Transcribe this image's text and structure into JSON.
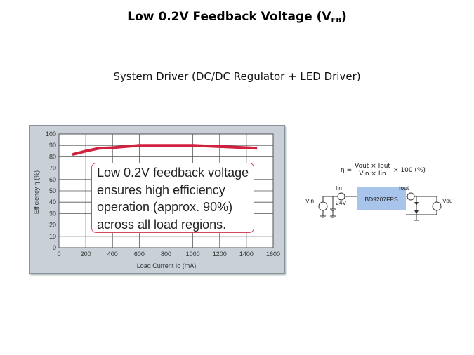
{
  "slide": {
    "title_main": "Low 0.2V Feedback Voltage (V",
    "title_sub": "FB",
    "title_close": ")",
    "subtitle": "System Driver (DC/DC Regulator + LED Driver)"
  },
  "callout": {
    "lines": [
      "Low 0.2V feedback voltage",
      "ensures high efficiency",
      "operation (approx. 90%)",
      "across all load regions."
    ]
  },
  "formula": {
    "eta": "η =",
    "numerator": "Vout × Iout",
    "denominator": "Vin × Iin",
    "suffix": "× 100  (%)"
  },
  "circuit": {
    "vin_label": "Vin",
    "iin_label": "Iin",
    "voltage_label": "24V",
    "chip_label": "BD9207FPS",
    "iout_label": "Iout",
    "vout_label": "Vout",
    "chip_color": "#a9c4ea"
  },
  "chart_data": {
    "type": "line",
    "title": "",
    "xlabel": "Load Current Io (mA)",
    "ylabel": "Efficiency η (%)",
    "xlim": [
      0,
      1600
    ],
    "ylim": [
      0,
      100
    ],
    "xticks": [
      0,
      200,
      400,
      600,
      800,
      1000,
      1200,
      1400,
      1600
    ],
    "yticks": [
      0,
      10,
      20,
      30,
      40,
      50,
      60,
      70,
      80,
      90,
      100
    ],
    "grid": true,
    "series": [
      {
        "name": "Efficiency",
        "color": "#d2203f",
        "x": [
          100,
          200,
          300,
          400,
          600,
          800,
          1000,
          1200,
          1400,
          1480
        ],
        "y": [
          82,
          85,
          87.5,
          88,
          90,
          90,
          90,
          89,
          88,
          87.5
        ]
      }
    ]
  }
}
